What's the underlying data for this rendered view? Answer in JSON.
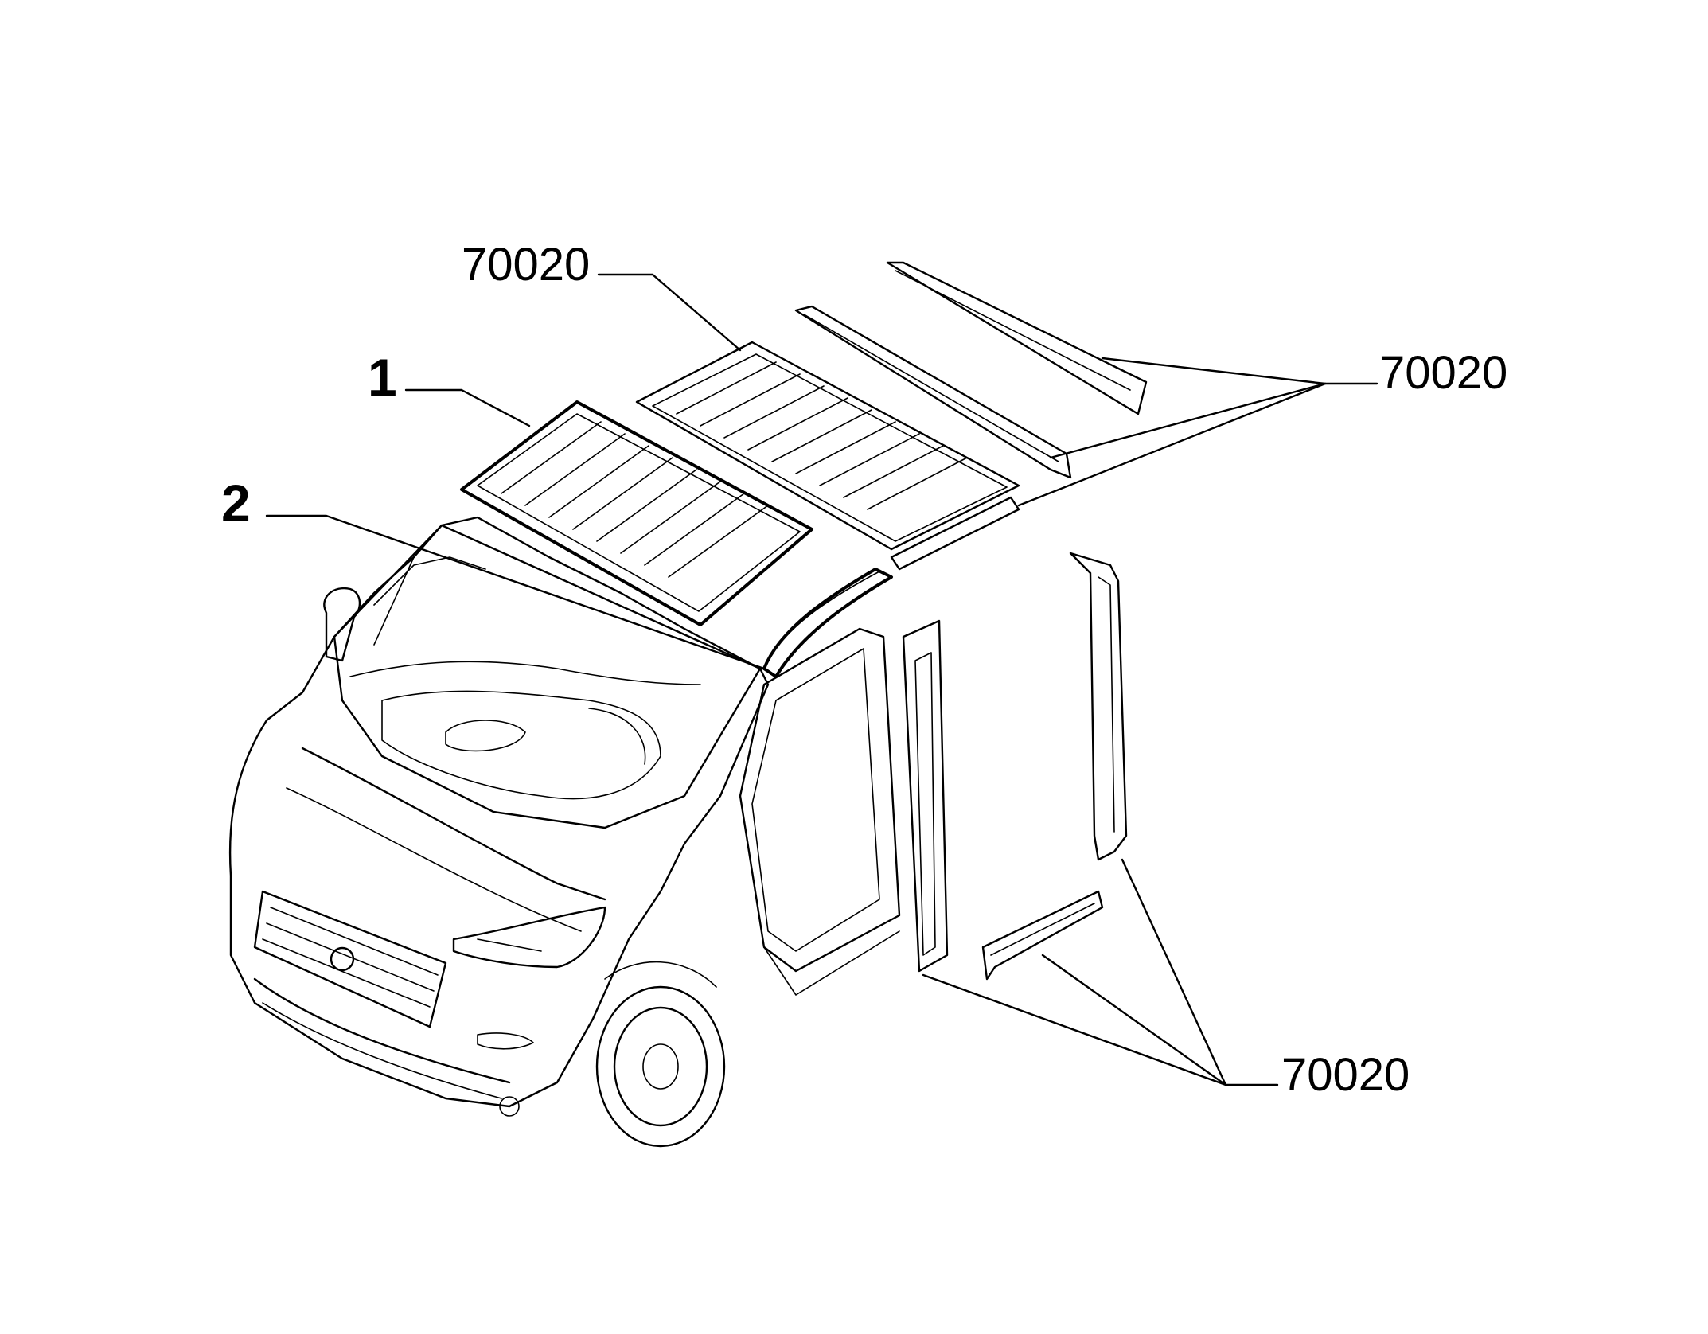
{
  "diagram": {
    "callouts": {
      "part_1": "1",
      "part_2": "2",
      "ref_roof_panel": "70020",
      "ref_roof_rails": "70020",
      "ref_side_members": "70020"
    }
  }
}
